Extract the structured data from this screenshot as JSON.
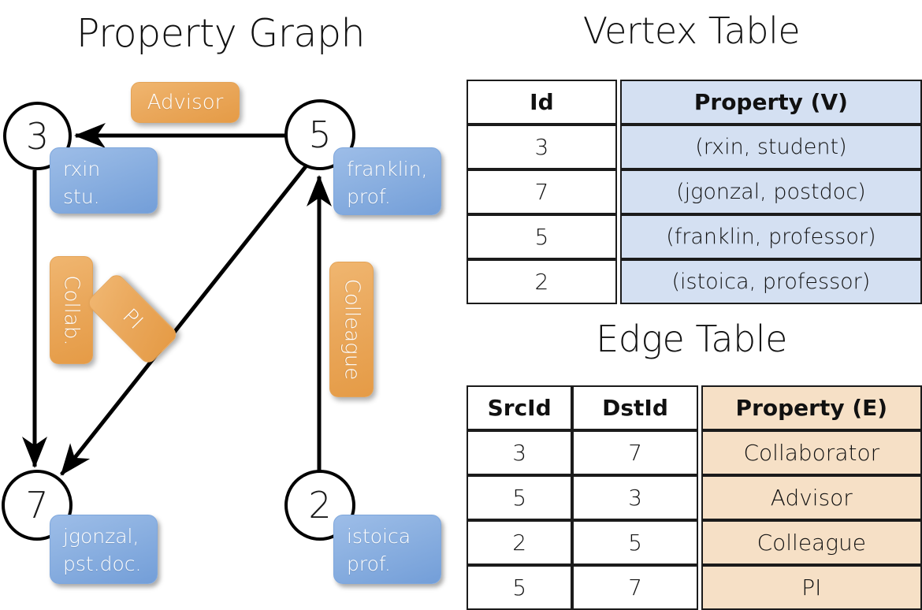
{
  "titles": {
    "property_graph": "Property Graph",
    "vertex_table": "Vertex Table",
    "edge_table": "Edge Table"
  },
  "graph": {
    "nodes": [
      {
        "id": "3",
        "label": "3",
        "property_line1": "rxin",
        "property_line2": "stu."
      },
      {
        "id": "5",
        "label": "5",
        "property_line1": "franklin,",
        "property_line2": "prof."
      },
      {
        "id": "7",
        "label": "7",
        "property_line1": "jgonzal,",
        "property_line2": "pst.doc."
      },
      {
        "id": "2",
        "label": "2",
        "property_line1": "istoica",
        "property_line2": "prof."
      }
    ],
    "edge_labels": [
      {
        "name": "advisor",
        "text": "Advisor"
      },
      {
        "name": "collab",
        "text": "Collab."
      },
      {
        "name": "pi",
        "text": "PI"
      },
      {
        "name": "colleague",
        "text": "Colleague"
      }
    ],
    "colors": {
      "node_fill": "#ffffff",
      "node_stroke": "#000000",
      "vertex_box": "#8fb3e2",
      "edge_box": "#eaa85c",
      "arrow": "#000000"
    }
  },
  "vertex_table": {
    "headers": [
      "Id",
      "Property (V)"
    ],
    "rows": [
      [
        "3",
        "(rxin, student)"
      ],
      [
        "7",
        "(jgonzal, postdoc)"
      ],
      [
        "5",
        "(franklin, professor)"
      ],
      [
        "2",
        "(istoica, professor)"
      ]
    ],
    "property_fill": "#d4e0f2"
  },
  "edge_table": {
    "headers": [
      "SrcId",
      "DstId",
      "Property (E)"
    ],
    "rows": [
      [
        "3",
        "7",
        "Collaborator"
      ],
      [
        "5",
        "3",
        "Advisor"
      ],
      [
        "2",
        "5",
        "Colleague"
      ],
      [
        "5",
        "7",
        "PI"
      ]
    ],
    "property_fill": "#f6e0c6"
  }
}
